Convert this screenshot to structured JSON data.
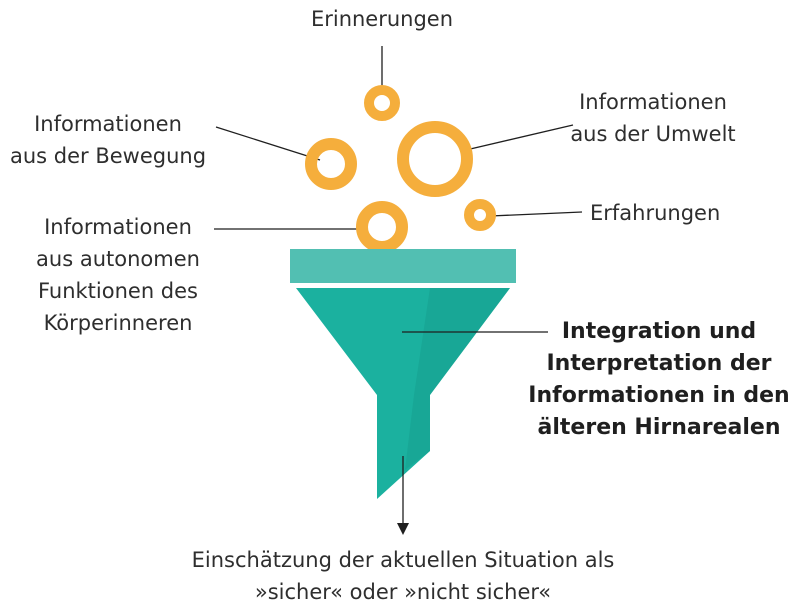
{
  "labels": {
    "erinnerungen": "Erinnerungen",
    "bewegung": [
      "Informationen",
      "aus der Bewegung"
    ],
    "umwelt": [
      "Informationen",
      "aus der Umwelt"
    ],
    "erfahrungen": "Erfahrungen",
    "autonom": [
      "Informationen",
      "aus autonomen",
      "Funktionen des",
      "Körperinneren"
    ],
    "integration": [
      "Integration und",
      "Interpretation der",
      "Informationen in den",
      "älteren Hirnarealen"
    ],
    "output": [
      "Einschätzung der aktuellen Situation als",
      "»sicher« oder »nicht sicher«"
    ]
  },
  "colors": {
    "circle": "#F5AE3C",
    "funnel_top": "#52BFB2",
    "funnel_body": "#1BB19F",
    "funnel_shade": "#169E8E",
    "line": "#1f1f1f"
  }
}
